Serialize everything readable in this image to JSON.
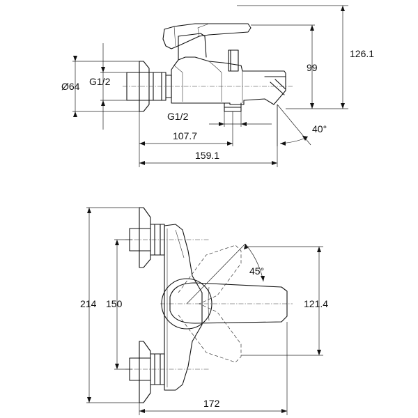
{
  "side_view": {
    "dims": {
      "d_body": "Ø64",
      "thread_left": "G1/2",
      "thread_bottom": "G1/2",
      "len_1": "107.7",
      "len_2": "159.1",
      "h_1": "99",
      "h_2": "126.1",
      "spout_angle": "40°"
    }
  },
  "top_view": {
    "dims": {
      "h_total": "214",
      "h_inlets": "150",
      "h_lever": "121.4",
      "lever_angle": "45°",
      "width": "172"
    }
  }
}
